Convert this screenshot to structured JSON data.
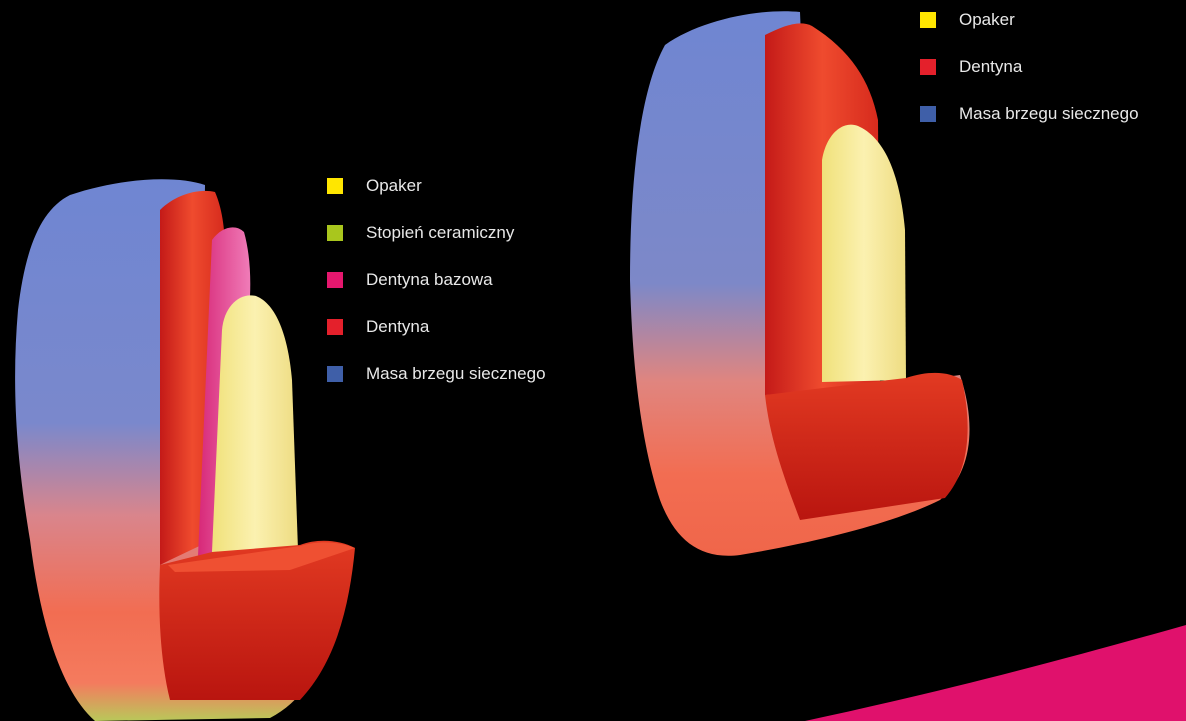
{
  "colors": {
    "background": "#000000",
    "opaker": "#ffe600",
    "stopien": "#a9c61d",
    "dentyna_bazowa": "#e5176e",
    "dentyna": "#e4202b",
    "masa_brzegu": "#3f5fa8",
    "accent_stripe": "#e0116c"
  },
  "legend_left": [
    {
      "label": "Opaker",
      "color": "#ffe600"
    },
    {
      "label": "Stopień ceramiczny",
      "color": "#a9c61d"
    },
    {
      "label": "Dentyna bazowa",
      "color": "#e5176e"
    },
    {
      "label": "Dentyna",
      "color": "#e4202b"
    },
    {
      "label": "Masa brzegu siecznego",
      "color": "#3f5fa8"
    }
  ],
  "legend_right": [
    {
      "label": "Opaker",
      "color": "#ffe600"
    },
    {
      "label": "Dentyna",
      "color": "#e4202b"
    },
    {
      "label": "Masa brzegu siecznego",
      "color": "#3f5fa8"
    }
  ]
}
